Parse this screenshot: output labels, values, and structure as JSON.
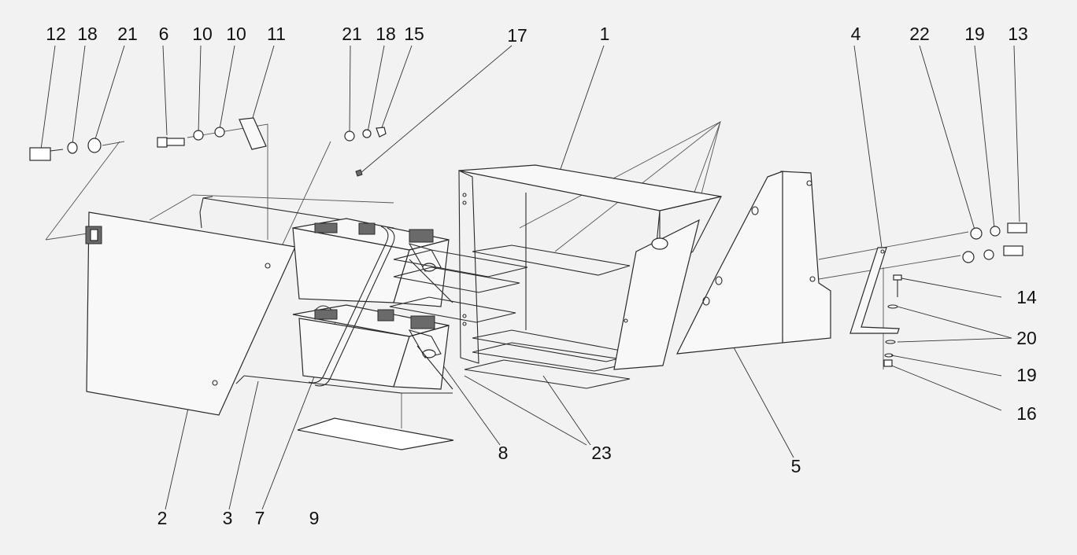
{
  "diagram": {
    "callouts": {
      "c12": "12",
      "c18a": "18",
      "c21a": "21",
      "c6": "6",
      "c10a": "10",
      "c10b": "10",
      "c11": "11",
      "c21b": "21",
      "c18b": "18",
      "c15": "15",
      "c17": "17",
      "c1": "1",
      "c4": "4",
      "c22": "22",
      "c19a": "19",
      "c13": "13",
      "c14": "14",
      "c20": "20",
      "c19b": "19",
      "c16": "16",
      "c2": "2",
      "c3": "3",
      "c7": "7",
      "c9": "9",
      "c8": "8",
      "c23": "23",
      "c5": "5"
    }
  },
  "colors": {
    "background": "#f2f2f2",
    "line": "#2a2a2a",
    "fill": "#f8f8f8"
  }
}
